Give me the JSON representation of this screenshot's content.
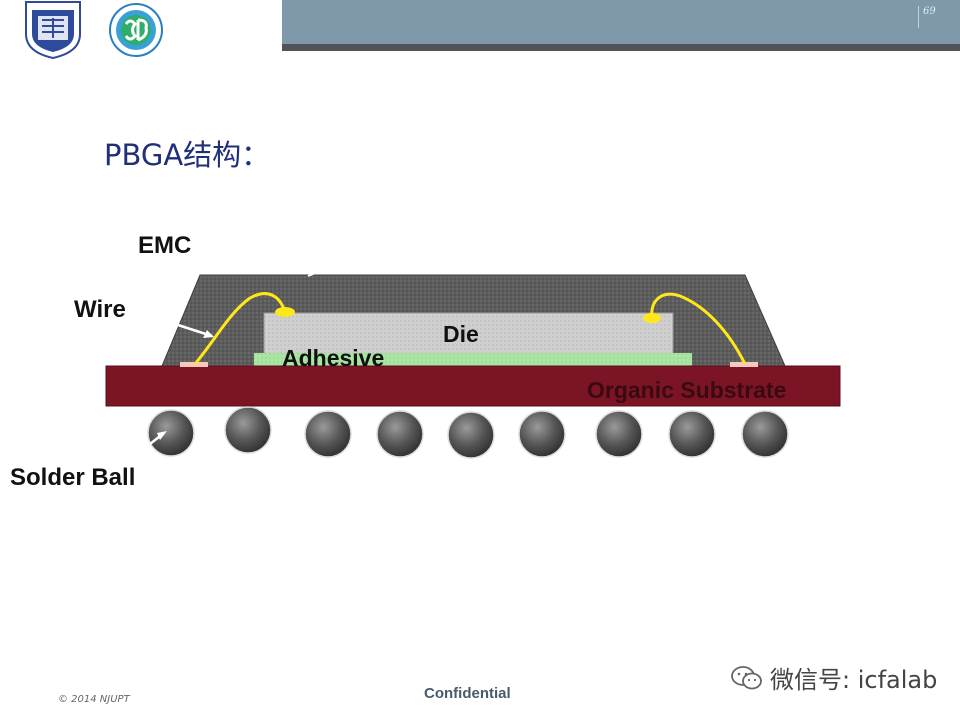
{
  "slide": {
    "title": "PBGA结构：",
    "page_number": "69"
  },
  "diagram": {
    "labels": {
      "emc": "EMC",
      "wire": "Wire",
      "die": "Die",
      "adhesive": "Adhesive",
      "substrate": "Organic Substrate",
      "solder_ball": "Solder Ball"
    },
    "colors": {
      "emc": "#5c5c5c",
      "die": "#cfcfcf",
      "adhesive": "#a9e6a4",
      "substrate": "#7b1525",
      "wire": "#ffe81a",
      "solder_ball": "#555555",
      "pad": "#f6c9c0"
    },
    "solder_ball_count": 9
  },
  "footer": {
    "copyright": "© 2014 NJUPT",
    "confidential": "Confidential",
    "watermark": "微信号: icfalab"
  },
  "colors": {
    "header_bar": "#7f98aa",
    "header_line": "#4f5357",
    "title": "#1f2f7a"
  }
}
